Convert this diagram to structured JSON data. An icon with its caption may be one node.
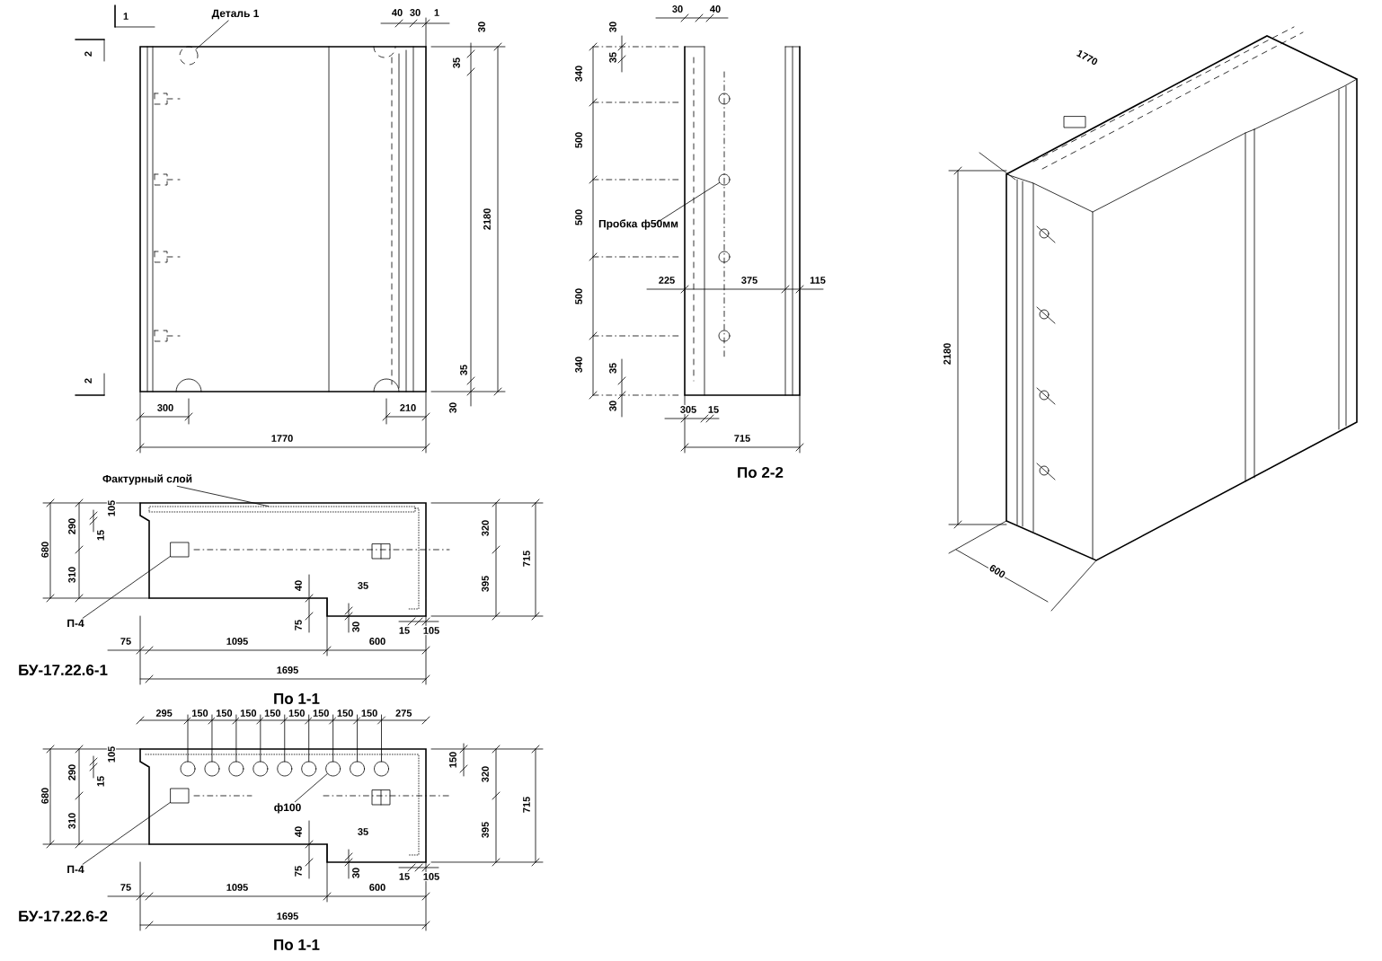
{
  "diagram": {
    "nodes": [
      {
        "text": [
          "Деталь 1"
        ]
      },
      {
        "text": [],
        "shape": "circle"
      },
      {
        "text": [
          "Пробка ф50мм"
        ]
      },
      {
        "text": [],
        "shape": "circle"
      },
      {
        "text": [
          "Фактурный слой"
        ]
      },
      {
        "text": [
          "П-4"
        ]
      },
      {
        "text": [],
        "shape": "box"
      },
      {
        "text": [
          "П-4"
        ]
      },
      {
        "text": [],
        "shape": "box"
      },
      {
        "text": [
          "ф100"
        ]
      },
      {
        "text": [],
        "shape": "circle"
      },
      {
        "text": [],
        "shape": "bar"
      }
    ],
    "edges": [
      {
        "from": 0,
        "to": 1,
        "arrow": "none"
      },
      {
        "from": 2,
        "to": 3,
        "arrow": "none"
      },
      {
        "from": 4,
        "to": 11,
        "arrow": "none"
      },
      {
        "from": 5,
        "to": 6,
        "arrow": "none"
      },
      {
        "from": 7,
        "to": 8,
        "arrow": "none"
      },
      {
        "from": 9,
        "to": 10,
        "arrow": "none"
      }
    ],
    "labels": [
      "1",
      "2",
      "40",
      "30",
      "1",
      "30",
      "35",
      "2180",
      "2",
      "35",
      "30",
      "300",
      "210",
      "1770",
      "30",
      "40",
      "30",
      "340",
      "35",
      "500",
      "500",
      "500",
      "225",
      "375",
      "115",
      "340",
      "35",
      "30",
      "305",
      "15",
      "715",
      "По 2-2",
      "1770",
      "2180",
      "600",
      "320",
      "680",
      "290",
      "15",
      "105",
      "715",
      "310",
      "395",
      "40",
      "35",
      "75",
      "30",
      "15",
      "105",
      "75",
      "1095",
      "600",
      "БУ-17.22.6-1",
      "1695",
      "По 1-1",
      "295",
      "150",
      "150",
      "150",
      "150",
      "150",
      "150",
      "150",
      "150",
      "275",
      "150",
      "320",
      "680",
      "290",
      "15",
      "105",
      "715",
      "310",
      "395",
      "40",
      "35",
      "75",
      "30",
      "15",
      "105",
      "75",
      "1095",
      "600",
      "БУ-17.22.6-2",
      "1695",
      "По 1-1"
    ]
  }
}
